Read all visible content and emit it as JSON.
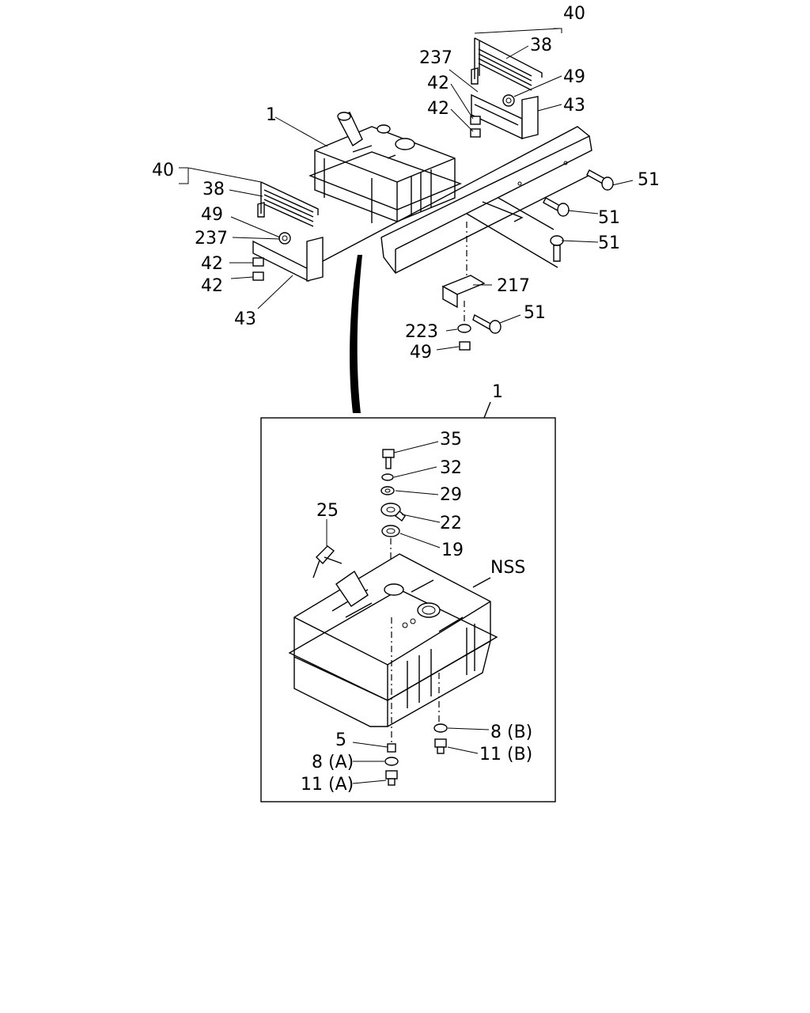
{
  "callouts": {
    "top_right": {
      "p40": "40",
      "p38": "38",
      "p237": "237",
      "p49": "49",
      "p42a": "42",
      "p42b": "42",
      "p43": "43"
    },
    "top_left": {
      "p1": "1",
      "p40": "40",
      "p38": "38",
      "p49": "49",
      "p237": "237",
      "p42a": "42",
      "p42b": "42",
      "p43": "43"
    },
    "frame": {
      "p51a": "51",
      "p51b": "51",
      "p51c": "51",
      "p217": "217",
      "p51d": "51",
      "p223": "223",
      "p49": "49"
    },
    "detail": {
      "p1": "1",
      "p35": "35",
      "p32": "32",
      "p29": "29",
      "p22": "22",
      "p25": "25",
      "p19": "19",
      "nss": "NSS",
      "p8b": "8 (B)",
      "p5": "5",
      "p11b": "11 (B)",
      "p8a": "8 (A)",
      "p11a": "11 (A)"
    }
  }
}
